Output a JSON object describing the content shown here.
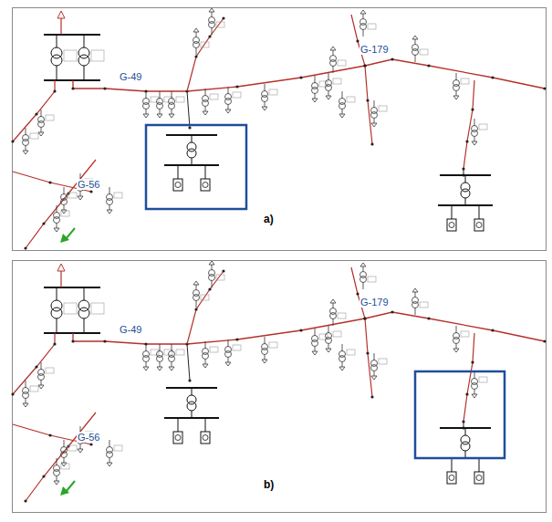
{
  "diagram": {
    "labels": [
      "G-49",
      "G-179",
      "G-56",
      "a)",
      "G-49",
      "G-179",
      "G-56",
      "b)"
    ]
  }
}
